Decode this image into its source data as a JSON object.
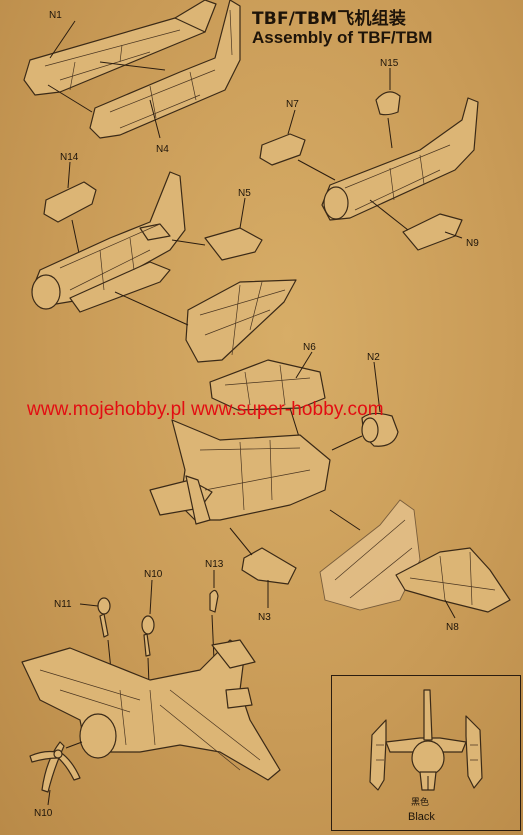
{
  "title": {
    "chinese": "TBF/TBM飞机组装",
    "english": "Assembly of TBF/TBM"
  },
  "watermark": "www.mojehobby.pl www.super-hobby.com",
  "part_labels": {
    "n1": "N1",
    "n4": "N4",
    "n15": "N15",
    "n7": "N7",
    "n14": "N14",
    "n5": "N5",
    "n9": "N9",
    "n6": "N6",
    "n2": "N2",
    "n10a": "N10",
    "n13": "N13",
    "n11": "N11",
    "n3": "N3",
    "n8": "N8",
    "n10b": "N10"
  },
  "inset": {
    "color_cn": "黑色",
    "color_en": "Black"
  },
  "colors": {
    "paper": "#c99b57",
    "ink": "#2b1d10",
    "watermark": "#e30d12"
  }
}
